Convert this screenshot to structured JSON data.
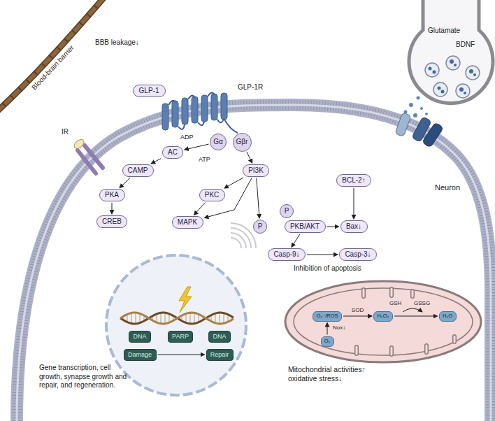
{
  "diagram": {
    "nodes": [
      {
        "text": [
          "GLP-1"
        ]
      },
      {
        "text": [
          "Gα"
        ]
      },
      {
        "text": [
          "Gβr"
        ]
      },
      {
        "text": [
          "AC"
        ]
      },
      {
        "text": [
          "CAMP"
        ]
      },
      {
        "text": [
          "PKA"
        ]
      },
      {
        "text": [
          "CREB"
        ]
      },
      {
        "text": [
          "PI3K"
        ]
      },
      {
        "text": [
          "PKC"
        ]
      },
      {
        "text": [
          "MAPK"
        ]
      },
      {
        "text": [
          "P"
        ]
      },
      {
        "text": [
          "P"
        ]
      },
      {
        "text": [
          "PKB/AKT"
        ]
      },
      {
        "text": [
          "BCL-2↑"
        ]
      },
      {
        "text": [
          "Bax↓"
        ]
      },
      {
        "text": [
          "Casp-9↓"
        ]
      },
      {
        "text": [
          "Casp-3↓"
        ]
      },
      {
        "text": [
          "DNA"
        ]
      },
      {
        "text": [
          "Damage"
        ]
      },
      {
        "text": [
          "PARP"
        ]
      },
      {
        "text": [
          "DNA"
        ]
      },
      {
        "text": [
          "Repair"
        ]
      },
      {
        "text": [
          "O₂⁻/ROS"
        ]
      },
      {
        "text": [
          "H₂O₂"
        ]
      },
      {
        "text": [
          "H₂O"
        ]
      },
      {
        "text": [
          "O₂"
        ]
      }
    ],
    "edges": [
      {
        "from": 1,
        "to": 3,
        "arrow": "to"
      },
      {
        "from": 3,
        "to": 4,
        "arrow": "to"
      },
      {
        "from": 4,
        "to": 5,
        "arrow": "to"
      },
      {
        "from": 5,
        "to": 6,
        "arrow": "to"
      },
      {
        "from": 2,
        "to": 7,
        "arrow": "to"
      },
      {
        "from": 7,
        "to": 8,
        "arrow": "to"
      },
      {
        "from": 8,
        "to": 9,
        "arrow": "to"
      },
      {
        "from": 7,
        "to": 9,
        "arrow": "to"
      },
      {
        "from": 7,
        "to": 10,
        "arrow": "to"
      },
      {
        "from": 12,
        "to": 14,
        "arrow": "to"
      },
      {
        "from": 13,
        "to": 14,
        "arrow": "to"
      },
      {
        "from": 12,
        "to": 15,
        "arrow": "to"
      },
      {
        "from": 15,
        "to": 16,
        "arrow": "to"
      },
      {
        "from": 18,
        "to": 21,
        "arrow": "to"
      },
      {
        "from": 22,
        "to": 23,
        "label": "SOD",
        "arrow": "to"
      },
      {
        "from": 23,
        "to": 24,
        "arrow": "to"
      },
      {
        "from": 25,
        "to": 22,
        "arrow": "to"
      }
    ],
    "labels": [
      "Blood-brain barrier",
      "BBB leakage↓",
      "GLP-1R",
      "IR",
      "ADP",
      "ATP",
      "Glutamate",
      "BDNF",
      "Neuron",
      "Inhibition of apoptosis",
      "Gene transcription, cell growth, synapse growth and repair, and regeneration.",
      "GSH",
      "GSSG",
      "Nox↓",
      "Mitochondrial activities↑ oxidative stress↓"
    ]
  }
}
